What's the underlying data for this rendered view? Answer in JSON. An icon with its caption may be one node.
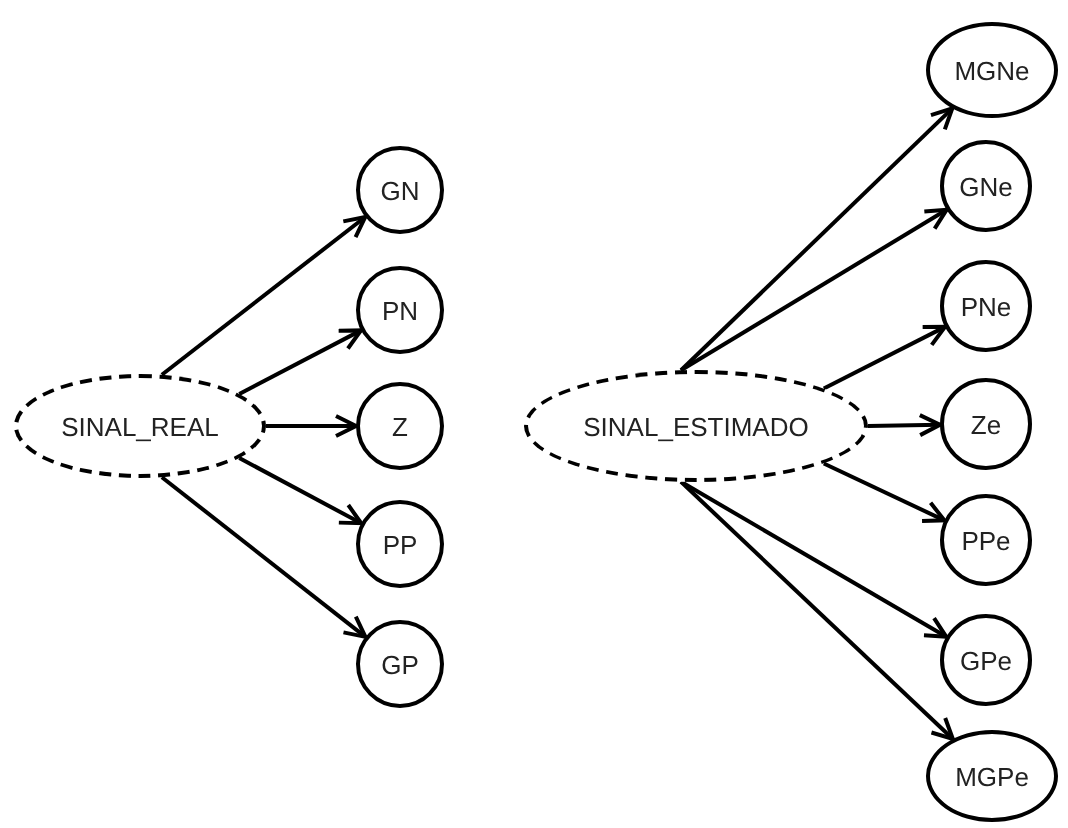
{
  "diagram": {
    "nodes": [
      {
        "text": [
          "SINAL_REAL"
        ]
      },
      {
        "text": [
          "GN"
        ]
      },
      {
        "text": [
          "PN"
        ]
      },
      {
        "text": [
          "Z"
        ]
      },
      {
        "text": [
          "PP"
        ]
      },
      {
        "text": [
          "GP"
        ]
      },
      {
        "text": [
          "SINAL_ESTIMADO"
        ]
      },
      {
        "text": [
          "MGNe"
        ]
      },
      {
        "text": [
          "GNe"
        ]
      },
      {
        "text": [
          "PNe"
        ]
      },
      {
        "text": [
          "Ze"
        ]
      },
      {
        "text": [
          "PPe"
        ]
      },
      {
        "text": [
          "GPe"
        ]
      },
      {
        "text": [
          "MGPe"
        ]
      }
    ],
    "edges": [
      {
        "from": 0,
        "to": 1,
        "arrow": "to"
      },
      {
        "from": 0,
        "to": 2,
        "arrow": "to"
      },
      {
        "from": 0,
        "to": 3,
        "arrow": "to"
      },
      {
        "from": 0,
        "to": 4,
        "arrow": "to"
      },
      {
        "from": 0,
        "to": 5,
        "arrow": "to"
      },
      {
        "from": 6,
        "to": 7,
        "arrow": "to"
      },
      {
        "from": 6,
        "to": 8,
        "arrow": "to"
      },
      {
        "from": 6,
        "to": 9,
        "arrow": "to"
      },
      {
        "from": 6,
        "to": 10,
        "arrow": "to"
      },
      {
        "from": 6,
        "to": 11,
        "arrow": "to"
      },
      {
        "from": 6,
        "to": 12,
        "arrow": "to"
      },
      {
        "from": 6,
        "to": 13,
        "arrow": "to"
      }
    ]
  }
}
